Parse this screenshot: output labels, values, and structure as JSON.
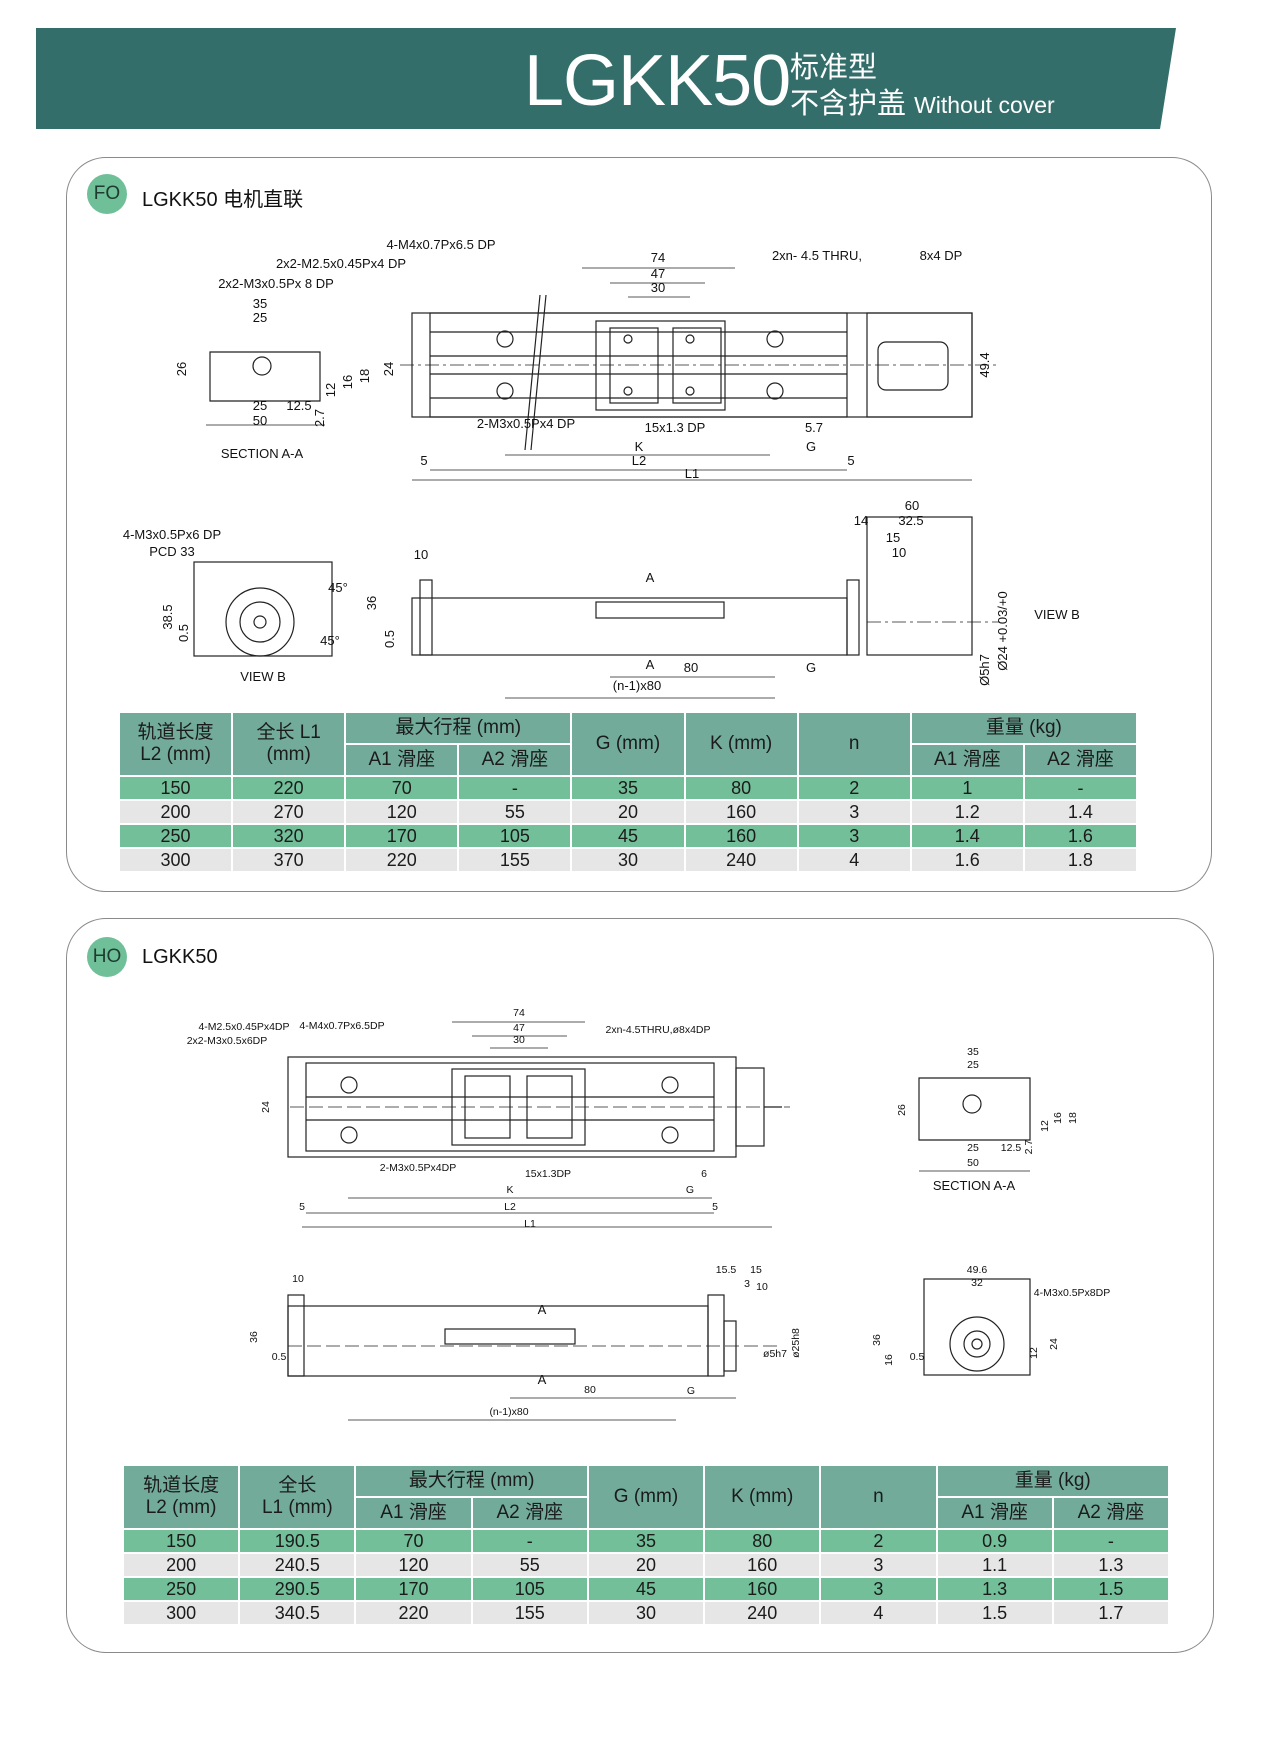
{
  "header": {
    "model": "LGKK50",
    "type_cn": "标准型",
    "cover_cn": "不含护盖",
    "cover_en": "Without cover",
    "band_color": "#336e6b"
  },
  "sections": [
    {
      "badge": "FO",
      "title": "LGKK50 电机直联",
      "labels": [
        "4-M4x0.7Px6.5 DP",
        "2x2-M2.5x0.45Px4 DP",
        "2x2-M3x0.5Px 8 DP",
        "74",
        "47",
        "30",
        "2xn- 4.5 THRU,",
        "8x4 DP",
        "35",
        "25",
        "26",
        "24",
        "12",
        "16",
        "18",
        "25",
        "12.5",
        "2.7",
        "50",
        "SECTION A-A",
        "2-M3x0.5Px4 DP",
        "15x1.3 DP",
        "5.7",
        "K",
        "G",
        "L2",
        "L1",
        "5",
        "5",
        "49.4",
        "4-M3x0.5Px6 DP",
        "PCD 33",
        "45°",
        "45°",
        "38.5",
        "0.5",
        "VIEW B",
        "10",
        "36",
        "0.5",
        "A",
        "A",
        "80",
        "G",
        "(n-1)x80",
        "60",
        "14",
        "32.5",
        "15",
        "10",
        "VIEW B",
        "Ø24 +0.03/+0",
        "Ø5h7"
      ],
      "table": {
        "head_top": [
          "轨道长度\nL2 (mm)",
          "全长 L1\n(mm)",
          "最大行程 (mm)",
          "G (mm)",
          "K (mm)",
          "n",
          "重量 (kg)"
        ],
        "head_sub": [
          "A1 滑座",
          "A2 滑座",
          "A1 滑座",
          "A2 滑座"
        ],
        "rows": [
          [
            "150",
            "220",
            "70",
            "-",
            "35",
            "80",
            "2",
            "1",
            "-"
          ],
          [
            "200",
            "270",
            "120",
            "55",
            "20",
            "160",
            "3",
            "1.2",
            "1.4"
          ],
          [
            "250",
            "320",
            "170",
            "105",
            "45",
            "160",
            "3",
            "1.4",
            "1.6"
          ],
          [
            "300",
            "370",
            "220",
            "155",
            "30",
            "240",
            "4",
            "1.6",
            "1.8"
          ]
        ]
      }
    },
    {
      "badge": "HO",
      "title": "LGKK50",
      "labels": [
        "4-M2.5x0.45Px4DP",
        "4-M4x0.7Px6.5DP",
        "2x2-M3x0.5x6DP",
        "74",
        "47",
        "30",
        "2xn-4.5THRU,ø8x4DP",
        "24",
        "2-M3x0.5Px4DP",
        "15x1.3DP",
        "6",
        "K",
        "G",
        "L2",
        "L1",
        "5",
        "5",
        "35",
        "25",
        "26",
        "12",
        "16",
        "18",
        "25",
        "12.5",
        "2.7",
        "50",
        "SECTION A-A",
        "10",
        "36",
        "0.5",
        "A",
        "A",
        "80",
        "G",
        "(n-1)x80",
        "15.5",
        "15",
        "3",
        "10",
        "ø25h8",
        "ø5h7",
        "49.6",
        "32",
        "4-M3x0.5Px8DP",
        "36",
        "16",
        "0.5",
        "12",
        "24"
      ],
      "table": {
        "head_top": [
          "轨道长度\nL2 (mm)",
          "全长\nL1 (mm)",
          "最大行程 (mm)",
          "G (mm)",
          "K (mm)",
          "n",
          "重量 (kg)"
        ],
        "head_sub": [
          "A1 滑座",
          "A2 滑座",
          "A1 滑座",
          "A2 滑座"
        ],
        "rows": [
          [
            "150",
            "190.5",
            "70",
            "-",
            "35",
            "80",
            "2",
            "0.9",
            "-"
          ],
          [
            "200",
            "240.5",
            "120",
            "55",
            "20",
            "160",
            "3",
            "1.1",
            "1.3"
          ],
          [
            "250",
            "290.5",
            "170",
            "105",
            "45",
            "160",
            "3",
            "1.3",
            "1.5"
          ],
          [
            "300",
            "340.5",
            "220",
            "155",
            "30",
            "240",
            "4",
            "1.5",
            "1.7"
          ]
        ]
      }
    }
  ],
  "colors": {
    "header_cell": "#72ab9a",
    "green_row": "#72bf9a",
    "gray_row": "#e6e6e6",
    "badge": "#6fbf98"
  }
}
